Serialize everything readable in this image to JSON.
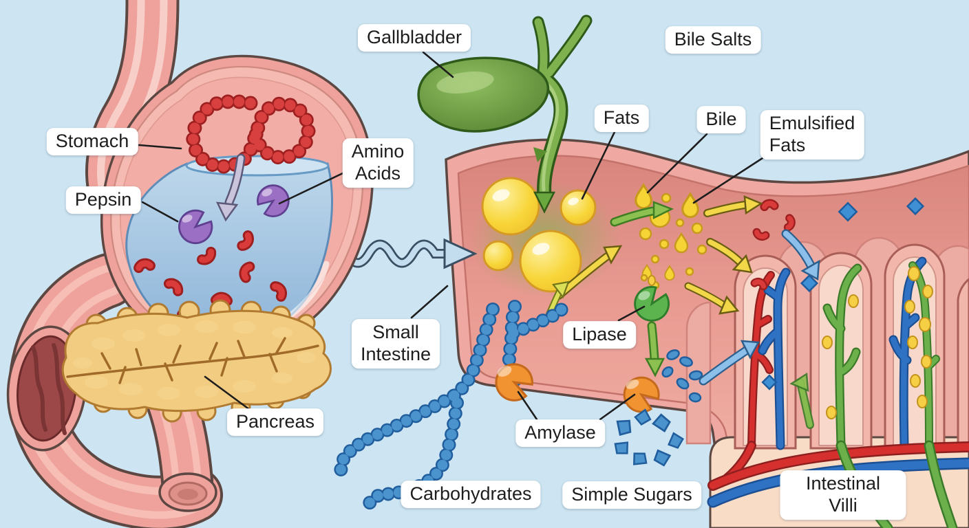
{
  "figure": {
    "type": "digestive-enzymes-diagram",
    "description": "Illustration of chemical digestion: stomach with pepsin, gallbladder releasing bile into the small intestine, pancreas, emulsification of fats, amylase breaking carbohydrates into simple sugars, and absorption at intestinal villi."
  },
  "labels": {
    "stomach": {
      "text": "Stomach"
    },
    "pepsin": {
      "text": "Pepsin"
    },
    "amino_acids": {
      "text": "Amino\nAcids"
    },
    "gallbladder": {
      "text": "Gallbladder"
    },
    "bile_salts": {
      "text": "Bile Salts"
    },
    "fats": {
      "text": "Fats"
    },
    "bile": {
      "text": "Bile"
    },
    "emulsified_fats": {
      "text": "Emulsified\nFats"
    },
    "small_intestine": {
      "text": "Small\nIntestine"
    },
    "lipase": {
      "text": "Lipase"
    },
    "pancreas": {
      "text": "Pancreas"
    },
    "amylase": {
      "text": "Amylase"
    },
    "carbohydrates": {
      "text": "Carbohydrates"
    },
    "simple_sugars": {
      "text": "Simple Sugars"
    },
    "intestinal_villi": {
      "text": "Intestinal Villi"
    }
  },
  "colors": {
    "background": "#cde5f2",
    "organ_outline": "#5c4742",
    "stomach_wall": "#efa29b",
    "stomach_wall_inner": "#f5bbb2",
    "gastric_juice": "#9dc0de",
    "protein_bead_red": "#d84040",
    "pepsin_purple": "#9b6fc4",
    "gallbladder_green": "#5f8f35",
    "bile_duct_green": "#7fb24f",
    "fat_globule_yellow": "#f8d63a",
    "intestine_wall": "#f0a9a2",
    "intestine_interior": "#e99b92",
    "villi_finger": "#f2b6ab",
    "villi_base_peach": "#f9dcc6",
    "artery_red": "#d5302e",
    "vein_blue": "#2f72c4",
    "lacteal_green": "#6cb04c",
    "carb_bead_blue": "#4b93cc",
    "amylase_orange": "#f29331",
    "lipase_green": "#5cb44e",
    "pancreas_tan": "#f2cc80",
    "arrow_yellow": "#f2d748",
    "arrow_green": "#8cc152",
    "arrow_blue": "#8cc0ea",
    "wavy_arrow_blue": "#c3dcee",
    "label_bg": "#ffffff",
    "label_text": "#1d1d1d"
  }
}
